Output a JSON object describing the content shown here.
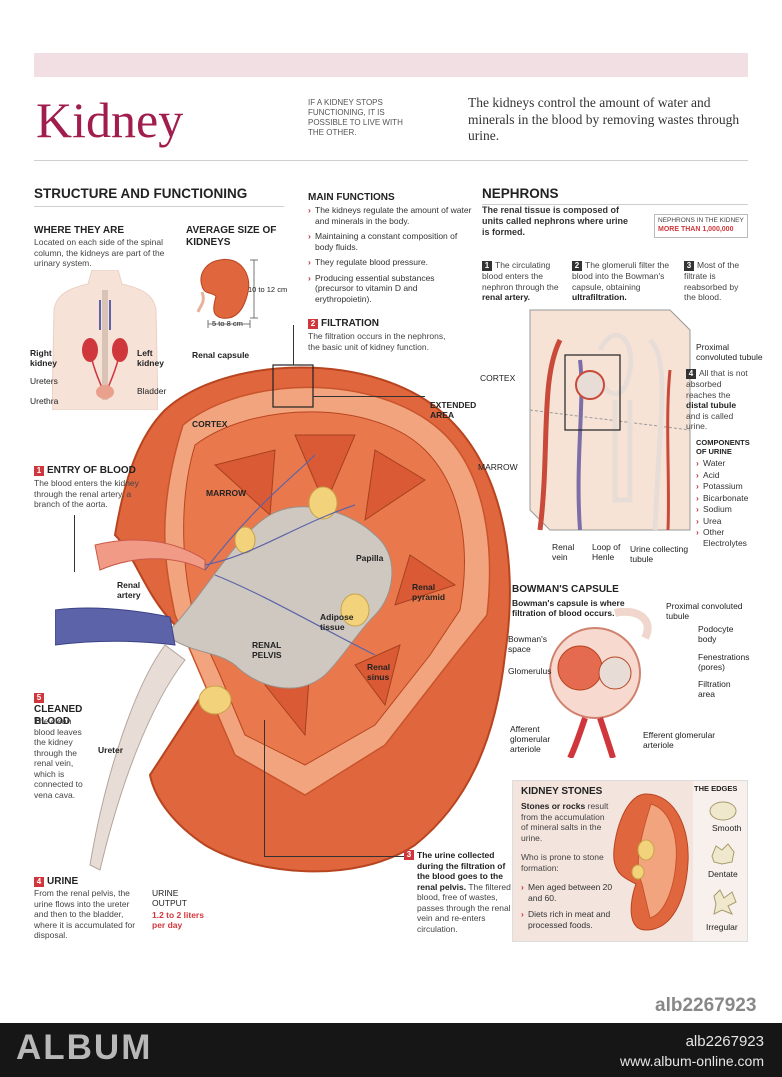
{
  "header": {
    "title": "Kidney",
    "note": "IF A KIDNEY STOPS FUNCTIONING, IT IS POSSIBLE TO LIVE WITH THE OTHER.",
    "intro": "The kidneys control the amount of water and minerals in the blood by removing wastes through urine."
  },
  "structure": {
    "heading": "STRUCTURE AND FUNCTIONING",
    "where_title": "WHERE THEY ARE",
    "where_text": "Located on each side of the spinal column, the kidneys are part of the urinary system.",
    "avg_title": "AVERAGE SIZE OF KIDNEYS",
    "size_height": "10 to 12 cm",
    "size_width": "5 to 8 cm",
    "body_labels": {
      "right_kidney": "Right kidney",
      "left_kidney": "Left kidney",
      "ureters": "Ureters",
      "bladder": "Bladder",
      "urethra": "Urethra"
    }
  },
  "main_functions": {
    "title": "MAIN FUNCTIONS",
    "items": [
      "The kidneys regulate the amount of water and minerals in the body.",
      "Maintaining a constant composition of body fluids.",
      "They regulate blood pressure.",
      "Producing essential substances (precursor to vitamin D and erythropoietin)."
    ]
  },
  "filtration": {
    "num": "2",
    "title": "FILTRATION",
    "text": "The filtration occurs in the nephrons, the basic unit of kidney function."
  },
  "kidney_labels": {
    "renal_capsule": "Renal capsule",
    "cortex": "CORTEX",
    "marrow": "MARROW",
    "papilla": "Papilla",
    "renal_pyramid": "Renal pyramid",
    "adipose_tissue": "Adipose tissue",
    "renal_pelvis": "RENAL PELVIS",
    "renal_sinus": "Renal sinus",
    "renal_artery": "Renal artery",
    "ureter": "Ureter",
    "extended_area": "EXTENDED AREA"
  },
  "steps": {
    "entry": {
      "num": "1",
      "title": "ENTRY OF BLOOD",
      "text": "The blood enters the kidney through the renal artery, a branch of the aorta."
    },
    "cleaned": {
      "num": "5",
      "title": "CLEANED BLOOD",
      "text": "The clean blood leaves the kidney through the renal vein, which is connected to vena cava."
    },
    "urine": {
      "num": "4",
      "title": "URINE",
      "text": "From the renal pelvis, the urine flows into the ureter and then to the bladder, where it is accumulated for disposal."
    },
    "output_title": "URINE OUTPUT",
    "output_value": "1.2 to 2 liters per day",
    "collected": {
      "num": "3",
      "text_bold": "The urine collected during the filtration of the blood goes to the renal pelvis.",
      "text": "The filtered blood, free of wastes, passes through the renal vein and re-enters circulation."
    }
  },
  "nephrons": {
    "title": "NEPHRONS",
    "text": "The renal tissue is composed of units called nephrons where urine is formed.",
    "box_label": "NEPHRONS IN THE KIDNEY",
    "box_value": "MORE THAN 1,000,000",
    "step1": {
      "num": "1",
      "text": "The circulating blood enters the nephron through the",
      "bold": "renal artery."
    },
    "step2": {
      "num": "2",
      "text": "The glomeruli filter the blood into the Bowman's capsule, obtaining",
      "bold": "ultrafiltration."
    },
    "step3": {
      "num": "3",
      "text": "Most of the filtrate is reabsorbed by the blood."
    },
    "step4": {
      "num": "4",
      "text": "All that is not absorbed reaches the",
      "bold": "distal tubule",
      "text2": "and is called urine."
    },
    "cortex": "CORTEX",
    "marrow": "MARROW",
    "proximal": "Proximal convoluted tubule",
    "renal_vein": "Renal vein",
    "loop": "Loop of Henle",
    "collecting": "Urine collecting tubule",
    "components_title": "COMPONENTS OF URINE",
    "components": [
      "Water",
      "Acid",
      "Potassium",
      "Bicarbonate",
      "Sodium",
      "Urea",
      "Other Electrolytes"
    ]
  },
  "bowman": {
    "title": "BOWMAN'S CAPSULE",
    "text": "Bowman's capsule is where filtration of blood occurs.",
    "labels": {
      "proximal": "Proximal convoluted tubule",
      "podocyte": "Podocyte body",
      "space": "Bowman's space",
      "glomerulus": "Glomerulus",
      "fenestrations": "Fenestrations (pores)",
      "filtration_area": "Filtration area",
      "afferent": "Afferent glomerular arteriole",
      "efferent": "Efferent glomerular arteriole"
    }
  },
  "stones": {
    "title": "KIDNEY STONES",
    "text_bold": "Stones or rocks",
    "text": "result from the accumulation of mineral salts in the urine.",
    "prone": "Who is prone to stone formation:",
    "items": [
      "Men aged between 20 and 60.",
      "Diets rich in meat and processed foods."
    ],
    "edges_title": "THE EDGES",
    "edges": [
      "Smooth",
      "Dentate",
      "Irregular"
    ]
  },
  "footer": {
    "brand": "ALBUM",
    "id_top": "alb2267923",
    "id": "alb2267923",
    "url": "www.album-online.com"
  },
  "colors": {
    "title": "#a01d4e",
    "accent": "#d0373c",
    "band": "#f1dfe3",
    "kidney": "#e0663e",
    "vein": "#5d63a8"
  }
}
